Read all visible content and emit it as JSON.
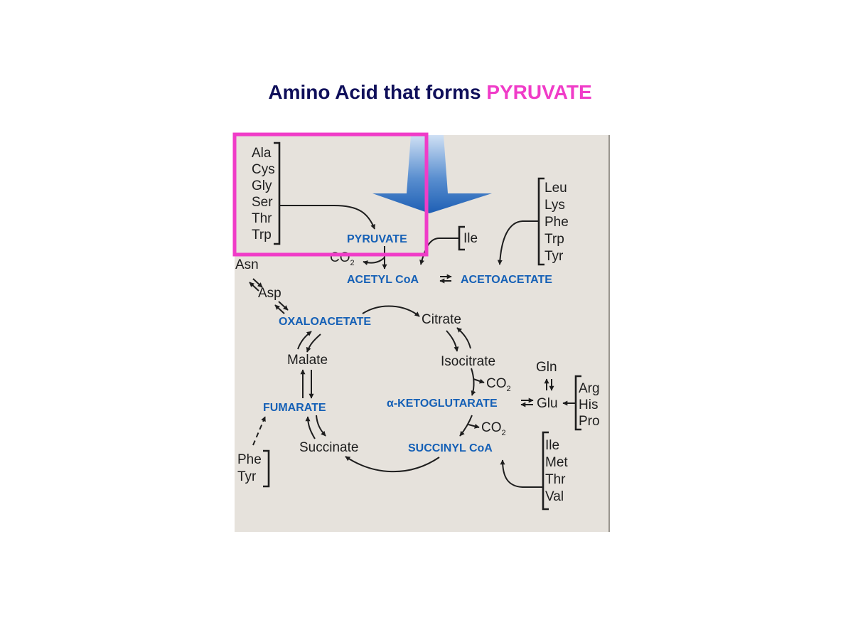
{
  "title": {
    "prefix": "Amino Acid that forms ",
    "highlight": "PYRUVATE"
  },
  "colors": {
    "title": "#0f0f5a",
    "highlight": "#f03cc8",
    "metabolite": "#1560b6",
    "panel": "#e6e2dc",
    "arrow": "#1e5fb4",
    "box": "#f03cc8"
  },
  "icons": {
    "pointer": "down-arrow-icon"
  },
  "diagram": {
    "groups": {
      "pyruvate_group": [
        "Ala",
        "Cys",
        "Gly",
        "Ser",
        "Thr",
        "Trp"
      ],
      "acetoacetate_group": [
        "Leu",
        "Lys",
        "Phe",
        "Trp",
        "Tyr"
      ],
      "acetyl_group": [
        "Ile"
      ],
      "glu_group": [
        "Arg",
        "His",
        "Pro"
      ],
      "succinyl_group": [
        "Ile",
        "Met",
        "Thr",
        "Val"
      ],
      "fumarate_group": [
        "Phe",
        "Tyr"
      ]
    },
    "metabolites": {
      "pyruvate": "PYRUVATE",
      "acetyl_coa": "ACETYL CoA",
      "acetoacetate": "ACETOACETATE",
      "oxaloacetate": "OXALOACETATE",
      "fumarate": "FUMARATE",
      "alpha_prefix": "α",
      "ketoglutarate": "-KETOGLUTARATE",
      "succinyl_coa": "SUCCINYL CoA"
    },
    "labels": {
      "asn": "Asn",
      "asp": "Asp",
      "citrate": "Citrate",
      "isocitrate": "Isocitrate",
      "malate": "Malate",
      "succinate": "Succinate",
      "gln": "Gln",
      "glu": "Glu",
      "co2": "CO",
      "co2_sub": "2"
    }
  }
}
